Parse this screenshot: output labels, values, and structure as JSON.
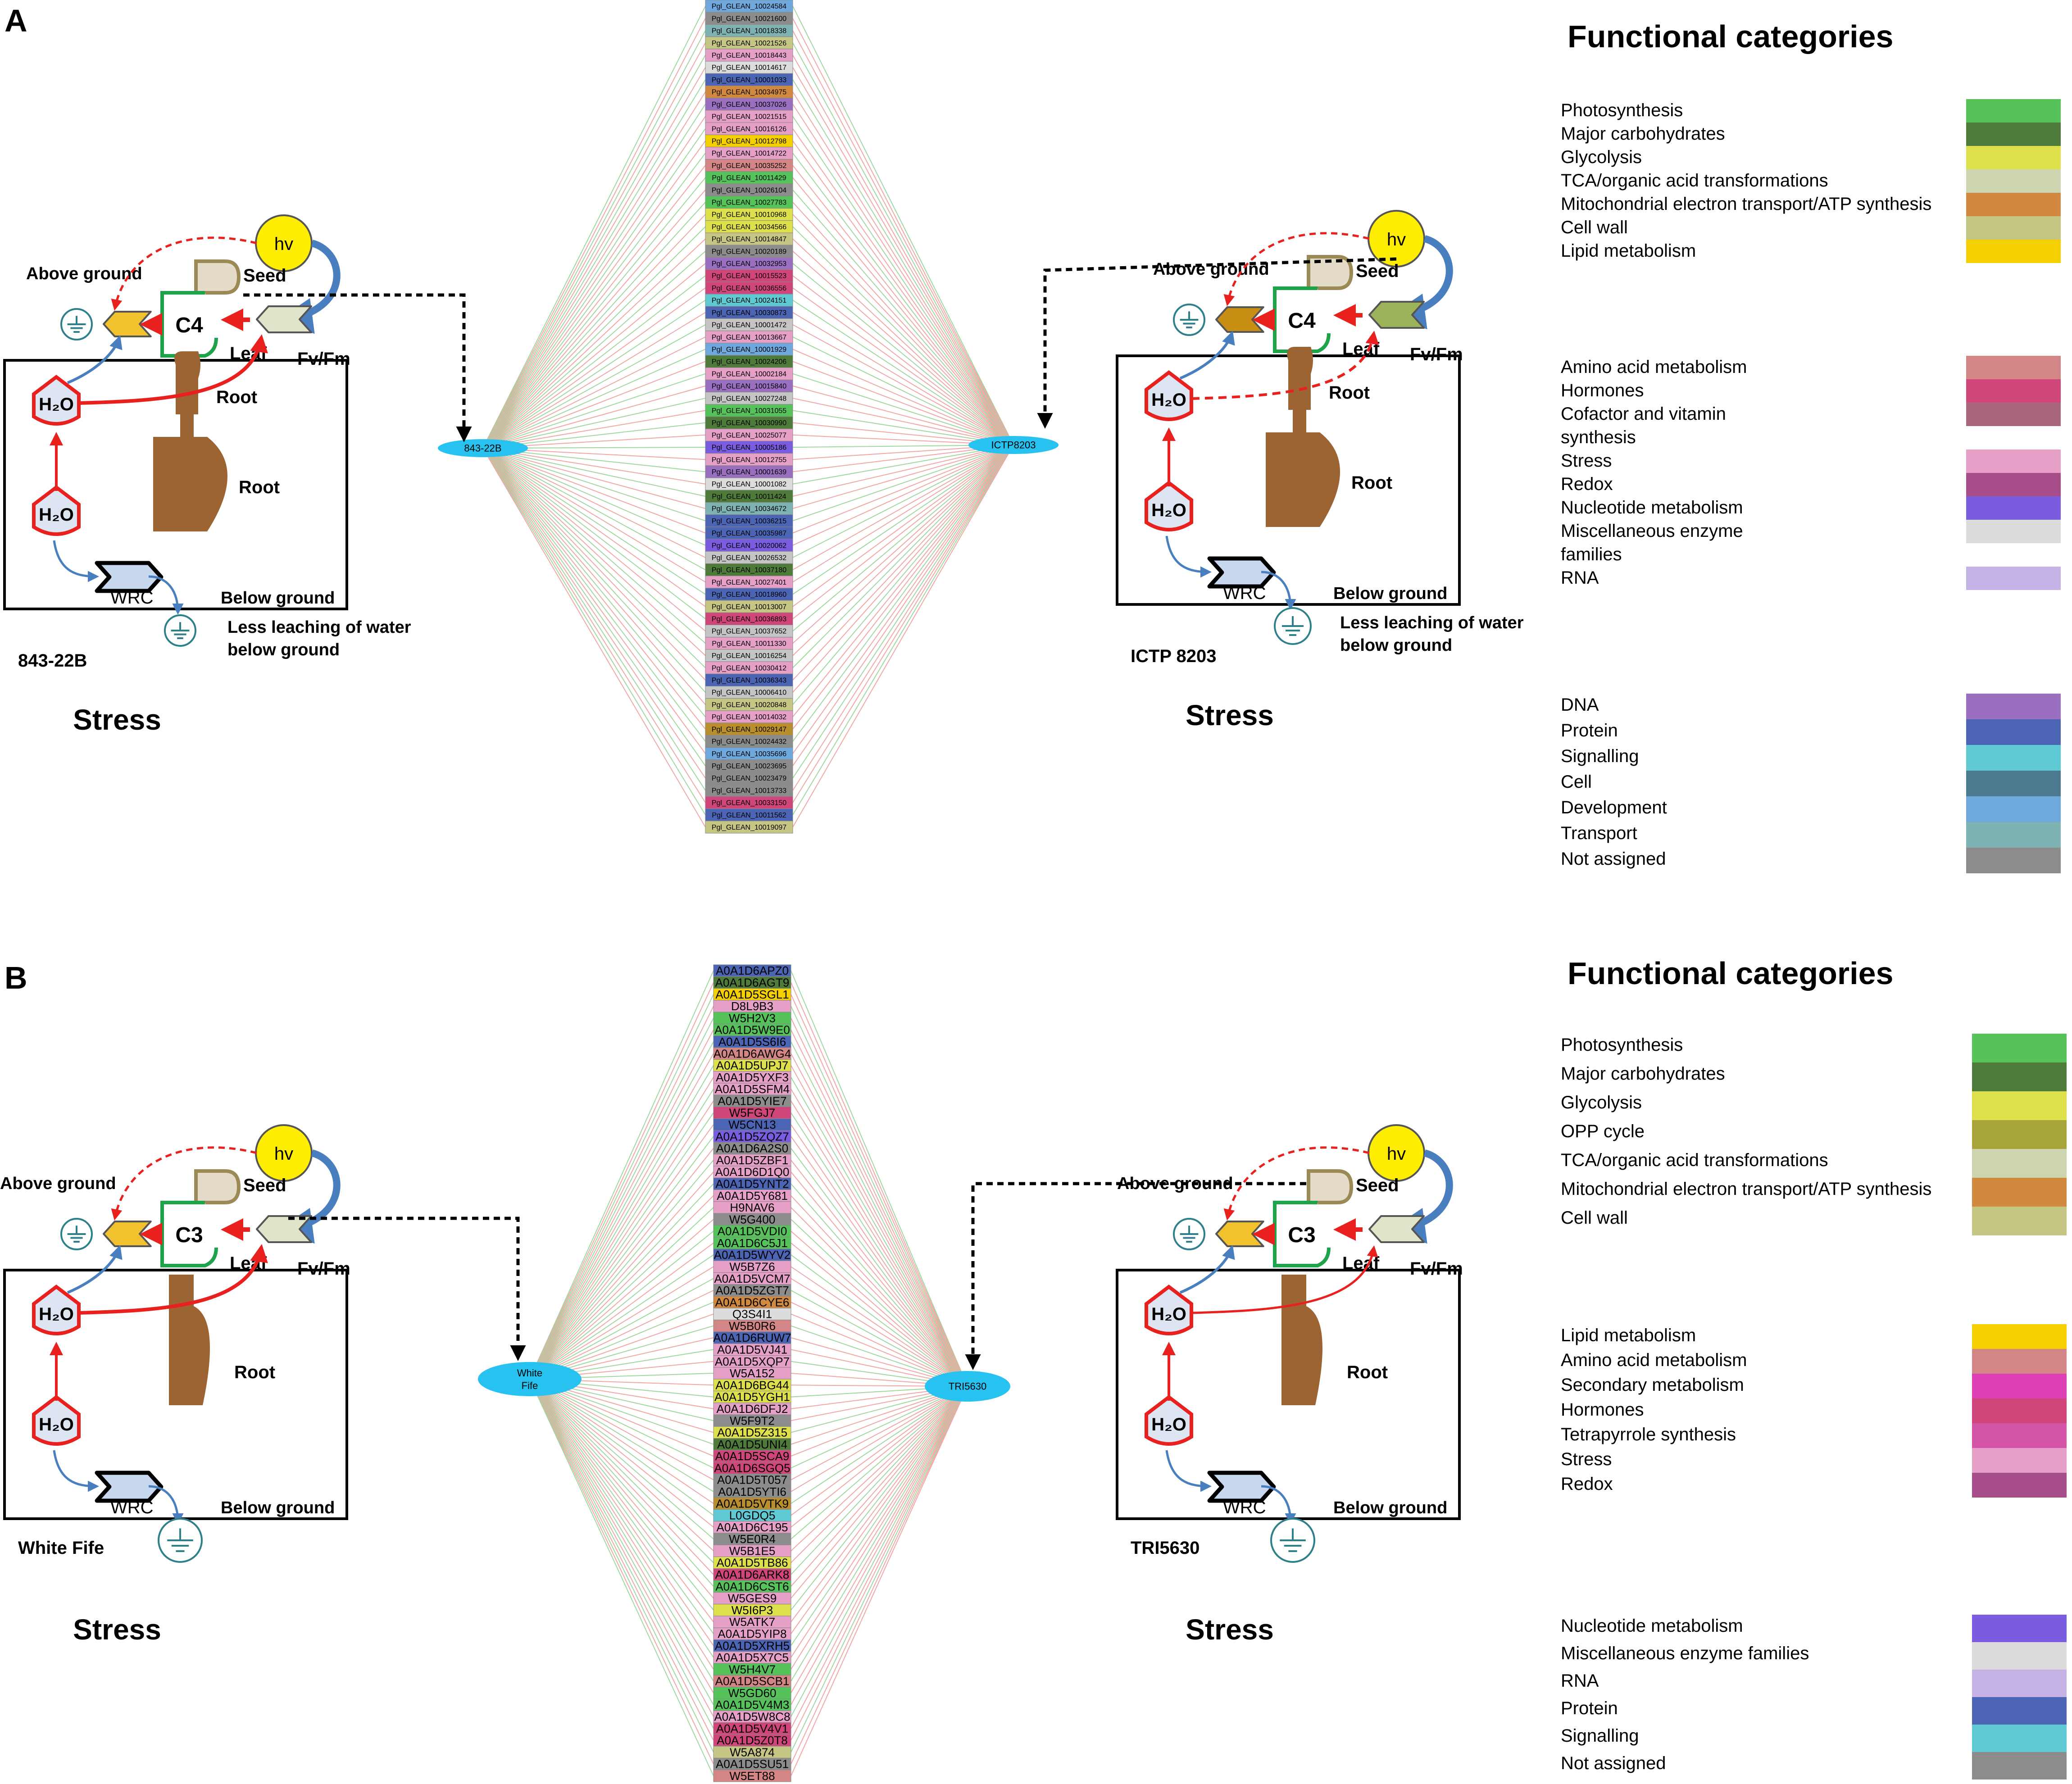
{
  "panels": [
    {
      "letter": "A",
      "left": {
        "name": "843-22B",
        "photo": "C4",
        "labels": {
          "above": "Above ground",
          "below": "Below ground",
          "seed": "Seed",
          "leaf": "Leaf",
          "root1": "Root",
          "root2": "Root",
          "fvfm": "Fv/Fm",
          "hv": "hv",
          "water": "H₂O",
          "wrc": "WRC",
          "leach1": "Less leaching of water",
          "leach2": "below ground",
          "stress": "Stress"
        }
      },
      "right": {
        "name": "ICTP 8203",
        "photo": "C4",
        "labels": {
          "above": "Above ground",
          "below": "Below ground",
          "seed": "Seed",
          "leaf": "Leaf",
          "root1": "Root",
          "root2": "Root",
          "fvfm": "Fv/Fm",
          "hv": "hv",
          "water": "H₂O",
          "wrc": "WRC",
          "leach1": "Less leaching of water",
          "leach2": "below ground",
          "stress": "Stress"
        }
      },
      "hub_left": "843-22B",
      "hub_right": "ICTP8203",
      "genes": [
        {
          "id": "Pgl_GLEAN_10024584",
          "color": "#6fa8dc"
        },
        {
          "id": "Pgl_GLEAN_10021600",
          "color": "#8c8c8c"
        },
        {
          "id": "Pgl_GLEAN_10018338",
          "color": "#7fb3b3"
        },
        {
          "id": "Pgl_GLEAN_10021526",
          "color": "#c6c684"
        },
        {
          "id": "Pgl_GLEAN_10018443",
          "color": "#e6a0c8"
        },
        {
          "id": "Pgl_GLEAN_10014617",
          "color": "#dcdcdc"
        },
        {
          "id": "Pgl_GLEAN_10001033",
          "color": "#4c64b4"
        },
        {
          "id": "Pgl_GLEAN_10034975",
          "color": "#d0893f"
        },
        {
          "id": "Pgl_GLEAN_10037026",
          "color": "#9a6fc0"
        },
        {
          "id": "Pgl_GLEAN_10021515",
          "color": "#e6a0c8"
        },
        {
          "id": "Pgl_GLEAN_10016126",
          "color": "#e6a0c8"
        },
        {
          "id": "Pgl_GLEAN_10012798",
          "color": "#f5d000"
        },
        {
          "id": "Pgl_GLEAN_10014722",
          "color": "#e6a0c8"
        },
        {
          "id": "Pgl_GLEAN_10035252",
          "color": "#d48686"
        },
        {
          "id": "Pgl_GLEAN_10011429",
          "color": "#55c25a"
        },
        {
          "id": "Pgl_GLEAN_10026104",
          "color": "#8c8c8c"
        },
        {
          "id": "Pgl_GLEAN_10027783",
          "color": "#55c25a"
        },
        {
          "id": "Pgl_GLEAN_10010968",
          "color": "#dde04a"
        },
        {
          "id": "Pgl_GLEAN_10034566",
          "color": "#dde04a"
        },
        {
          "id": "Pgl_GLEAN_10014847",
          "color": "#c6c684"
        },
        {
          "id": "Pgl_GLEAN_10020189",
          "color": "#8c8c8c"
        },
        {
          "id": "Pgl_GLEAN_10032953",
          "color": "#9a6fc0"
        },
        {
          "id": "Pgl_GLEAN_10015523",
          "color": "#d0457a"
        },
        {
          "id": "Pgl_GLEAN_10036556",
          "color": "#d0457a"
        },
        {
          "id": "Pgl_GLEAN_10024151",
          "color": "#5fcad4"
        },
        {
          "id": "Pgl_GLEAN_10030873",
          "color": "#4c64b4"
        },
        {
          "id": "Pgl_GLEAN_10001472",
          "color": "#c5c5c5"
        },
        {
          "id": "Pgl_GLEAN_10013667",
          "color": "#e6a0c8"
        },
        {
          "id": "Pgl_GLEAN_10001929",
          "color": "#6fa8dc"
        },
        {
          "id": "Pgl_GLEAN_10024206",
          "color": "#4e7a3a"
        },
        {
          "id": "Pgl_GLEAN_10002184",
          "color": "#e6a0c8"
        },
        {
          "id": "Pgl_GLEAN_10015840",
          "color": "#9a6fc0"
        },
        {
          "id": "Pgl_GLEAN_10027248",
          "color": "#c5c5c5"
        },
        {
          "id": "Pgl_GLEAN_10031055",
          "color": "#55c25a"
        },
        {
          "id": "Pgl_GLEAN_10030990",
          "color": "#4e7a3a"
        },
        {
          "id": "Pgl_GLEAN_10025077",
          "color": "#e6a0c8"
        },
        {
          "id": "Pgl_GLEAN_10005186",
          "color": "#7a5ce0"
        },
        {
          "id": "Pgl_GLEAN_10012755",
          "color": "#e6a0c8"
        },
        {
          "id": "Pgl_GLEAN_10001639",
          "color": "#9a6fc0"
        },
        {
          "id": "Pgl_GLEAN_10001082",
          "color": "#dcdcdc"
        },
        {
          "id": "Pgl_GLEAN_10011424",
          "color": "#4e7a3a"
        },
        {
          "id": "Pgl_GLEAN_10034672",
          "color": "#7fb3b3"
        },
        {
          "id": "Pgl_GLEAN_10036215",
          "color": "#4c64b4"
        },
        {
          "id": "Pgl_GLEAN_10035987",
          "color": "#4c64b4"
        },
        {
          "id": "Pgl_GLEAN_10020062",
          "color": "#7a5ce0"
        },
        {
          "id": "Pgl_GLEAN_10026532",
          "color": "#c5c5c5"
        },
        {
          "id": "Pgl_GLEAN_10037180",
          "color": "#4e7a3a"
        },
        {
          "id": "Pgl_GLEAN_10027401",
          "color": "#e6a0c8"
        },
        {
          "id": "Pgl_GLEAN_10018960",
          "color": "#4c64b4"
        },
        {
          "id": "Pgl_GLEAN_10013007",
          "color": "#c6c684"
        },
        {
          "id": "Pgl_GLEAN_10036893",
          "color": "#d0457a"
        },
        {
          "id": "Pgl_GLEAN_10037652",
          "color": "#c5c5c5"
        },
        {
          "id": "Pgl_GLEAN_10011330",
          "color": "#e6a0c8"
        },
        {
          "id": "Pgl_GLEAN_10016254",
          "color": "#c5c5c5"
        },
        {
          "id": "Pgl_GLEAN_10030412",
          "color": "#e6a0c8"
        },
        {
          "id": "Pgl_GLEAN_10036343",
          "color": "#4c64b4"
        },
        {
          "id": "Pgl_GLEAN_10006410",
          "color": "#c5c5c5"
        },
        {
          "id": "Pgl_GLEAN_10020848",
          "color": "#c6c684"
        },
        {
          "id": "Pgl_GLEAN_10014032",
          "color": "#e6a0c8"
        },
        {
          "id": "Pgl_GLEAN_10029147",
          "color": "#b88f2c"
        },
        {
          "id": "Pgl_GLEAN_10024432",
          "color": "#8c8c8c"
        },
        {
          "id": "Pgl_GLEAN_10035696",
          "color": "#6fa8dc"
        },
        {
          "id": "Pgl_GLEAN_10023695",
          "color": "#8c8c8c"
        },
        {
          "id": "Pgl_GLEAN_10023479",
          "color": "#8c8c8c"
        },
        {
          "id": "Pgl_GLEAN_10013733",
          "color": "#8c8c8c"
        },
        {
          "id": "Pgl_GLEAN_10033150",
          "color": "#d0457a"
        },
        {
          "id": "Pgl_GLEAN_10011562",
          "color": "#4c64b4"
        },
        {
          "id": "Pgl_GLEAN_10019097",
          "color": "#c6c684"
        }
      ],
      "legend_title": "Functional categories",
      "legend_groups": [
        [
          {
            "label": "Photosynthesis",
            "color": "#55c25a"
          },
          {
            "label": "Major carbohydrates",
            "color": "#4e7a3a"
          },
          {
            "label": "Glycolysis",
            "color": "#dde04a"
          },
          {
            "label": "TCA/organic acid transformations",
            "color": "#cdd5b0"
          },
          {
            "label": "Mitochondrial electron transport/ATP synthesis",
            "color": "#d0893f"
          },
          {
            "label": "Cell wall",
            "color": "#c6c684"
          },
          {
            "label": "Lipid metabolism",
            "color": "#f5d000"
          }
        ],
        [
          {
            "label": "Amino acid metabolism",
            "color": "#d48686"
          },
          {
            "label": "Hormones",
            "color": "#d0457a"
          },
          {
            "label": "Cofactor and vitamin",
            "color": "#a8667a"
          },
          {
            "label": "synthesis",
            "color": ""
          },
          {
            "label": "Stress",
            "color": "#e6a0c8"
          },
          {
            "label": "Redox",
            "color": "#a64d8a"
          },
          {
            "label": "Nucleotide metabolism",
            "color": "#7a5ce0"
          },
          {
            "label": "Miscellaneous enzyme",
            "color": "#dcdcdc"
          },
          {
            "label": "families",
            "color": ""
          },
          {
            "label": "RNA",
            "color": "#c5b3e6"
          }
        ],
        [
          {
            "label": "DNA",
            "color": "#9a6fc0"
          },
          {
            "label": "Protein",
            "color": "#4c64b4"
          },
          {
            "label": "Signalling",
            "color": "#5fcad4"
          },
          {
            "label": "Cell",
            "color": "#4e7a8f"
          },
          {
            "label": "Development",
            "color": "#6fa8dc"
          },
          {
            "label": "Transport",
            "color": "#7fb3b3"
          },
          {
            "label": "Not assigned",
            "color": "#8c8c8c"
          }
        ]
      ]
    },
    {
      "letter": "B",
      "left": {
        "name": "White Fife",
        "photo": "C3",
        "labels": {
          "above": "Above ground",
          "below": "Below ground",
          "seed": "Seed",
          "leaf": "Leaf",
          "root1": "Root",
          "fvfm": "Fv/Fm",
          "hv": "hv",
          "water": "H₂O",
          "wrc": "WRC",
          "stress": "Stress"
        }
      },
      "right": {
        "name": "TRI5630",
        "photo": "C3",
        "labels": {
          "above": "Above ground",
          "below": "Below ground",
          "seed": "Seed",
          "leaf": "Leaf",
          "root1": "Root",
          "fvfm": "Fv/Fm",
          "hv": "hv",
          "water": "H₂O",
          "wrc": "WRC",
          "stress": "Stress"
        }
      },
      "hub_left": "White Fife",
      "hub_right": "TRI5630",
      "genes": [
        {
          "id": "A0A1D6APZ0",
          "color": "#4c64b4"
        },
        {
          "id": "A0A1D6AGT9",
          "color": "#4e7a3a"
        },
        {
          "id": "A0A1D5SGL1",
          "color": "#f5d000"
        },
        {
          "id": "D8L9B3",
          "color": "#e6a0c8"
        },
        {
          "id": "W5H2V3",
          "color": "#55c25a"
        },
        {
          "id": "A0A1D5W9E0",
          "color": "#55c25a"
        },
        {
          "id": "A0A1D5S6I6",
          "color": "#4c64b4"
        },
        {
          "id": "A0A1D6AWG4",
          "color": "#d48686"
        },
        {
          "id": "A0A1D5UPJ7",
          "color": "#dde04a"
        },
        {
          "id": "A0A1D5YXF3",
          "color": "#e6a0c8"
        },
        {
          "id": "A0A1D5SFM4",
          "color": "#e6a0c8"
        },
        {
          "id": "A0A1D5YIE7",
          "color": "#8c8c8c"
        },
        {
          "id": "W5FGJ7",
          "color": "#d0457a"
        },
        {
          "id": "W5CN13",
          "color": "#4c64b4"
        },
        {
          "id": "A0A1D5ZQZ7",
          "color": "#7a5ce0"
        },
        {
          "id": "A0A1D6A2S0",
          "color": "#8c8c8c"
        },
        {
          "id": "A0A1D5ZBF1",
          "color": "#e6a0c8"
        },
        {
          "id": "A0A1D6D1Q0",
          "color": "#e6a0c8"
        },
        {
          "id": "A0A1D5YNT2",
          "color": "#4c64b4"
        },
        {
          "id": "A0A1D5Y681",
          "color": "#e6a0c8"
        },
        {
          "id": "H9NAV6",
          "color": "#e6a0c8"
        },
        {
          "id": "W5G400",
          "color": "#8c8c8c"
        },
        {
          "id": "A0A1D5VDI0",
          "color": "#55c25a"
        },
        {
          "id": "A0A1D6C5J1",
          "color": "#55c25a"
        },
        {
          "id": "A0A1D5WYV2",
          "color": "#4c64b4"
        },
        {
          "id": "W5B7Z6",
          "color": "#e6a0c8"
        },
        {
          "id": "A0A1D5VCM7",
          "color": "#e6a0c8"
        },
        {
          "id": "A0A1D5ZGT7",
          "color": "#8c8c8c"
        },
        {
          "id": "A0A1D6CYE6",
          "color": "#d0893f"
        },
        {
          "id": "Q3S4I1",
          "color": "#dcdcdc"
        },
        {
          "id": "W5B0R6",
          "color": "#d48686"
        },
        {
          "id": "A0A1D6RUW7",
          "color": "#4c64b4"
        },
        {
          "id": "A0A1D5VJ41",
          "color": "#e6a0c8"
        },
        {
          "id": "A0A1D5XQP7",
          "color": "#e6a0c8"
        },
        {
          "id": "W5A152",
          "color": "#e6a0c8"
        },
        {
          "id": "A0A1D6BG44",
          "color": "#dde04a"
        },
        {
          "id": "A0A1D5YGH1",
          "color": "#dde04a"
        },
        {
          "id": "A0A1D6DFJ2",
          "color": "#e6a0c8"
        },
        {
          "id": "W5F9T2",
          "color": "#8c8c8c"
        },
        {
          "id": "A0A1D5Z315",
          "color": "#dde04a"
        },
        {
          "id": "A0A1D5UNI4",
          "color": "#4e7a3a"
        },
        {
          "id": "A0A1D5SCA9",
          "color": "#d0457a"
        },
        {
          "id": "A0A1D6SGQ5",
          "color": "#d0457a"
        },
        {
          "id": "A0A1D5T057",
          "color": "#8c8c8c"
        },
        {
          "id": "A0A1D5YTI6",
          "color": "#8c8c8c"
        },
        {
          "id": "A0A1D5VTK9",
          "color": "#b88f2c"
        },
        {
          "id": "L0GDQ5",
          "color": "#5fcad4"
        },
        {
          "id": "A0A1D6C195",
          "color": "#e6a0c8"
        },
        {
          "id": "W5E0R4",
          "color": "#8c8c8c"
        },
        {
          "id": "W5B1E5",
          "color": "#e6a0c8"
        },
        {
          "id": "A0A1D5TB86",
          "color": "#dde04a"
        },
        {
          "id": "A0A1D6ARK8",
          "color": "#d0457a"
        },
        {
          "id": "A0A1D6CST6",
          "color": "#55c25a"
        },
        {
          "id": "W5GES9",
          "color": "#e6a0c8"
        },
        {
          "id": "W5I6P3",
          "color": "#dde04a"
        },
        {
          "id": "W5ATK7",
          "color": "#e6a0c8"
        },
        {
          "id": "A0A1D5YIP8",
          "color": "#e6a0c8"
        },
        {
          "id": "A0A1D5XRH5",
          "color": "#4c64b4"
        },
        {
          "id": "A0A1D5X7C5",
          "color": "#e6a0c8"
        },
        {
          "id": "W5H4V7",
          "color": "#55c25a"
        },
        {
          "id": "A0A1D5SCB1",
          "color": "#d48686"
        },
        {
          "id": "W5GD60",
          "color": "#55c25a"
        },
        {
          "id": "A0A1D5V4M3",
          "color": "#55c25a"
        },
        {
          "id": "A0A1D5W8C8",
          "color": "#e6a0c8"
        },
        {
          "id": "A0A1D5V4V1",
          "color": "#d0457a"
        },
        {
          "id": "A0A1D5Z0T8",
          "color": "#d0457a"
        },
        {
          "id": "W5A874",
          "color": "#c6c684"
        },
        {
          "id": "A0A1D5SU51",
          "color": "#8c8c8c"
        },
        {
          "id": "W5ET88",
          "color": "#d48686"
        }
      ],
      "legend_title": "Functional categories",
      "legend_groups": [
        [
          {
            "label": "Photosynthesis",
            "color": "#55c25a"
          },
          {
            "label": "Major carbohydrates",
            "color": "#4e7a3a"
          },
          {
            "label": "Glycolysis",
            "color": "#dde04a"
          },
          {
            "label": "OPP cycle",
            "color": "#a8a43c"
          },
          {
            "label": "TCA/organic acid transformations",
            "color": "#cdd5b0"
          },
          {
            "label": "Mitochondrial electron transport/ATP synthesis",
            "color": "#d0893f"
          },
          {
            "label": "Cell wall",
            "color": "#c6c684"
          }
        ],
        [
          {
            "label": "Lipid metabolism",
            "color": "#f5d000"
          },
          {
            "label": "Amino acid metabolism",
            "color": "#d48686"
          },
          {
            "label": "Secondary metabolism",
            "color": "#de3fb4"
          },
          {
            "label": "Hormones",
            "color": "#d0457a"
          },
          {
            "label": "Tetrapyrrole synthesis",
            "color": "#d455a8"
          },
          {
            "label": "Stress",
            "color": "#e6a0c8"
          },
          {
            "label": "Redox",
            "color": "#a64d8a"
          }
        ],
        [
          {
            "label": "Nucleotide metabolism",
            "color": "#7a5ce0"
          },
          {
            "label": "Miscellaneous enzyme families",
            "color": "#dcdcdc"
          },
          {
            "label": "RNA",
            "color": "#c5b3e6"
          },
          {
            "label": "Protein",
            "color": "#4c64b4"
          },
          {
            "label": "Signalling",
            "color": "#5fcad4"
          },
          {
            "label": "Not assigned",
            "color": "#8c8c8c"
          }
        ]
      ]
    }
  ]
}
